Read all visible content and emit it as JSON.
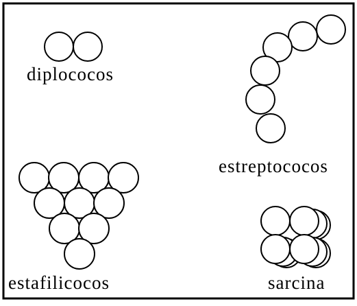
{
  "figure": {
    "labels": {
      "diplococos": "diplococos",
      "estreptococos": "estreptococos",
      "estafilicocos": "estafilicocos",
      "sarcina": "sarcina"
    }
  }
}
